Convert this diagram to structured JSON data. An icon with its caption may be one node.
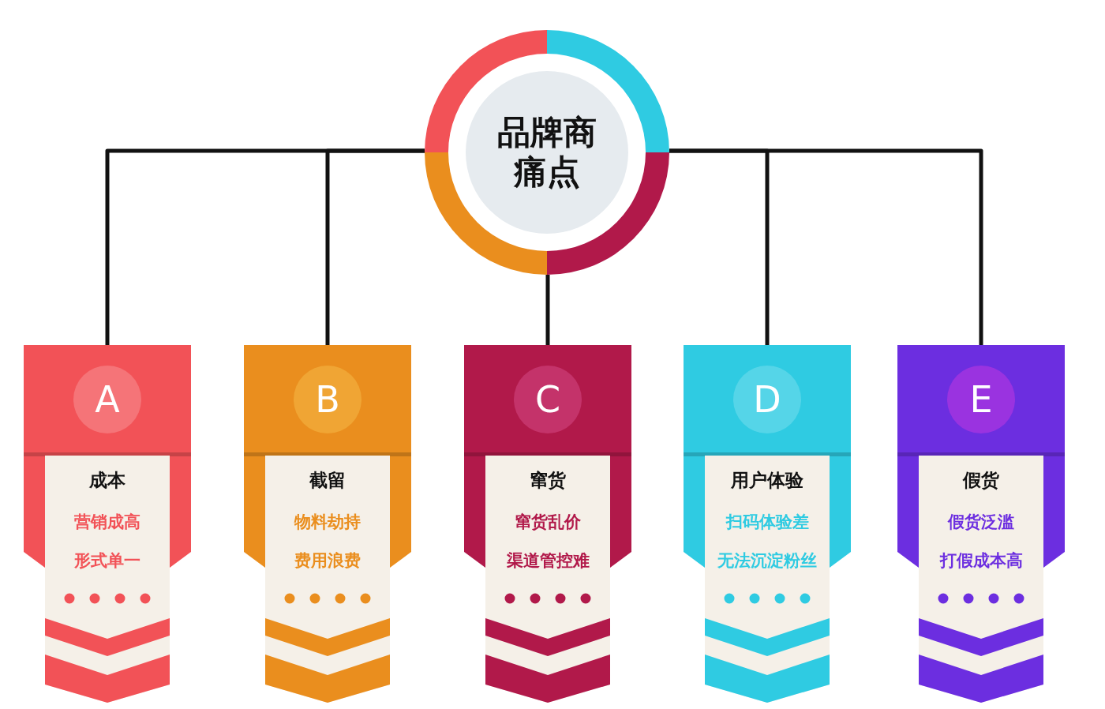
{
  "diagram": {
    "nodes": [
      {
        "text": [
          "品牌商痛点"
        ]
      },
      {
        "text": [
          "A",
          "成本",
          "营销成高",
          "形式单一"
        ]
      },
      {
        "text": [
          "B",
          "截留",
          "物料劫持",
          "费用浪费"
        ]
      },
      {
        "text": [
          "C",
          "窜货",
          "窜货乱价",
          "渠道管控难"
        ]
      },
      {
        "text": [
          "D",
          "用户体验",
          "扫码体验差",
          "无法沉淀粉丝"
        ]
      },
      {
        "text": [
          "E",
          "假货",
          "假货泛滥",
          "打假成本高"
        ]
      }
    ],
    "edges": [
      {
        "from": 0,
        "to": 1,
        "arrow": "none"
      },
      {
        "from": 0,
        "to": 2,
        "arrow": "none"
      },
      {
        "from": 0,
        "to": 3,
        "arrow": "none"
      },
      {
        "from": 0,
        "to": 4,
        "arrow": "none"
      },
      {
        "from": 0,
        "to": 5,
        "arrow": "none"
      }
    ]
  }
}
